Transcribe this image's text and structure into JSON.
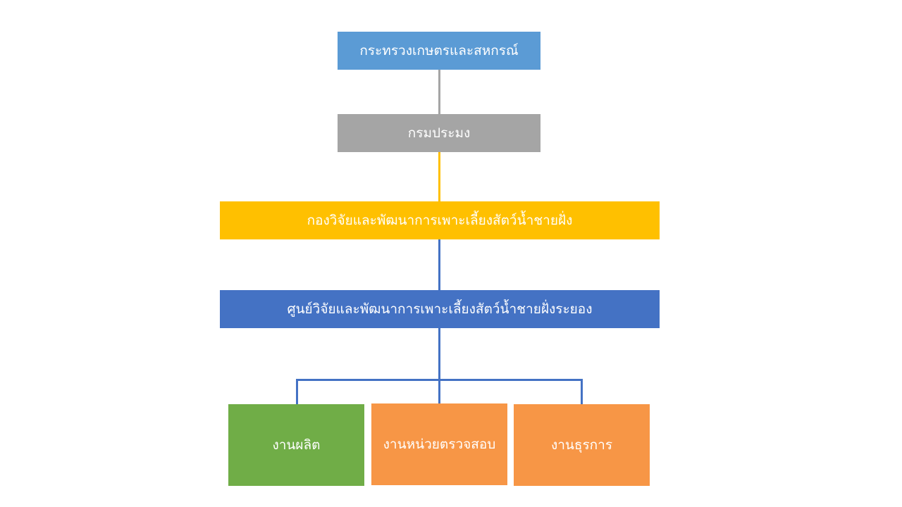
{
  "org_chart": {
    "nodes": {
      "ministry": {
        "label": "กระทรวงเกษตรและสหกรณ์",
        "color": "#5B9BD5"
      },
      "department": {
        "label": "กรมประมง",
        "color": "#A5A5A5"
      },
      "division": {
        "label": "กองวิจัยและพัฒนาการเพาะเลี้ยงสัตว์น้ำชายฝั่ง",
        "color": "#FFC000"
      },
      "center": {
        "label": "ศูนย์วิจัยและพัฒนาการเพาะเลี้ยงสัตว์น้ำชายฝั่งระยอง",
        "color": "#4472C4"
      },
      "units": [
        {
          "label": "งานผลิต",
          "color": "#70AD47"
        },
        {
          "label": "งานหน่วยตรวจสอบ",
          "color": "#F79646"
        },
        {
          "label": "งานธุรการ",
          "color": "#F79646"
        }
      ]
    },
    "connector_colors": {
      "ministry_department": "#A5A5A5",
      "department_division": "#FFC000",
      "division_center": "#4472C4",
      "center_units": "#4472C4"
    }
  }
}
